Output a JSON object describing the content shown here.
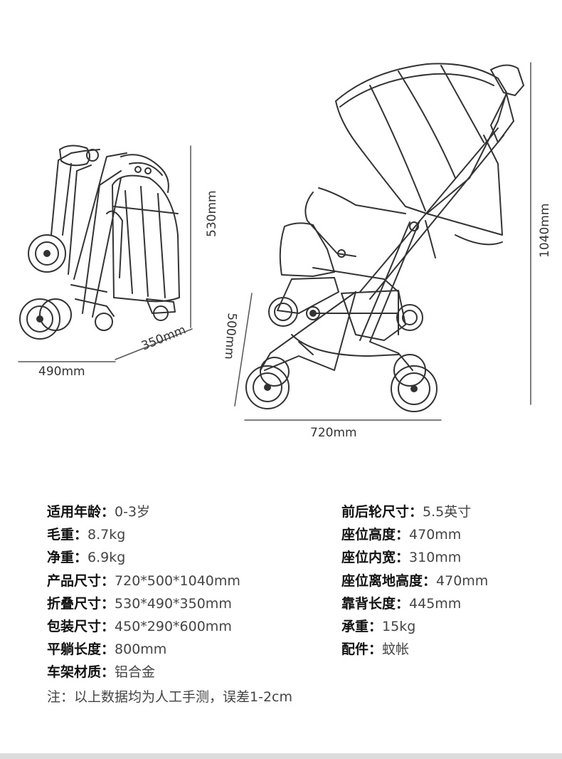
{
  "dimensions": {
    "folded_height": "530mm",
    "folded_depth": "350mm",
    "folded_width": "490mm",
    "open_height": "1040mm",
    "open_width": "500mm",
    "open_length": "720mm"
  },
  "specs_left": [
    {
      "label": "适用年龄：",
      "value": "0-3岁"
    },
    {
      "label": "毛重：",
      "value": "8.7kg"
    },
    {
      "label": "净重：",
      "value": "6.9kg"
    },
    {
      "label": "产品尺寸：",
      "value": "720*500*1040mm"
    },
    {
      "label": "折叠尺寸：",
      "value": "530*490*350mm"
    },
    {
      "label": "包装尺寸：",
      "value": "450*290*600mm"
    },
    {
      "label": "平躺长度：",
      "value": "800mm"
    },
    {
      "label": "车架材质：",
      "value": "铝合金"
    }
  ],
  "specs_right": [
    {
      "label": "前后轮尺寸：",
      "value": "5.5英寸"
    },
    {
      "label": "座位高度：",
      "value": "470mm"
    },
    {
      "label": "座位内宽：",
      "value": "310mm"
    },
    {
      "label": "座位离地高度：",
      "value": "470mm"
    },
    {
      "label": "靠背长度：",
      "value": "445mm"
    },
    {
      "label": "承重：",
      "value": "15kg"
    },
    {
      "label": "配件：",
      "value": "蚊帐"
    }
  ],
  "note": "注：以上数据均为人工手测，误差1-2cm"
}
